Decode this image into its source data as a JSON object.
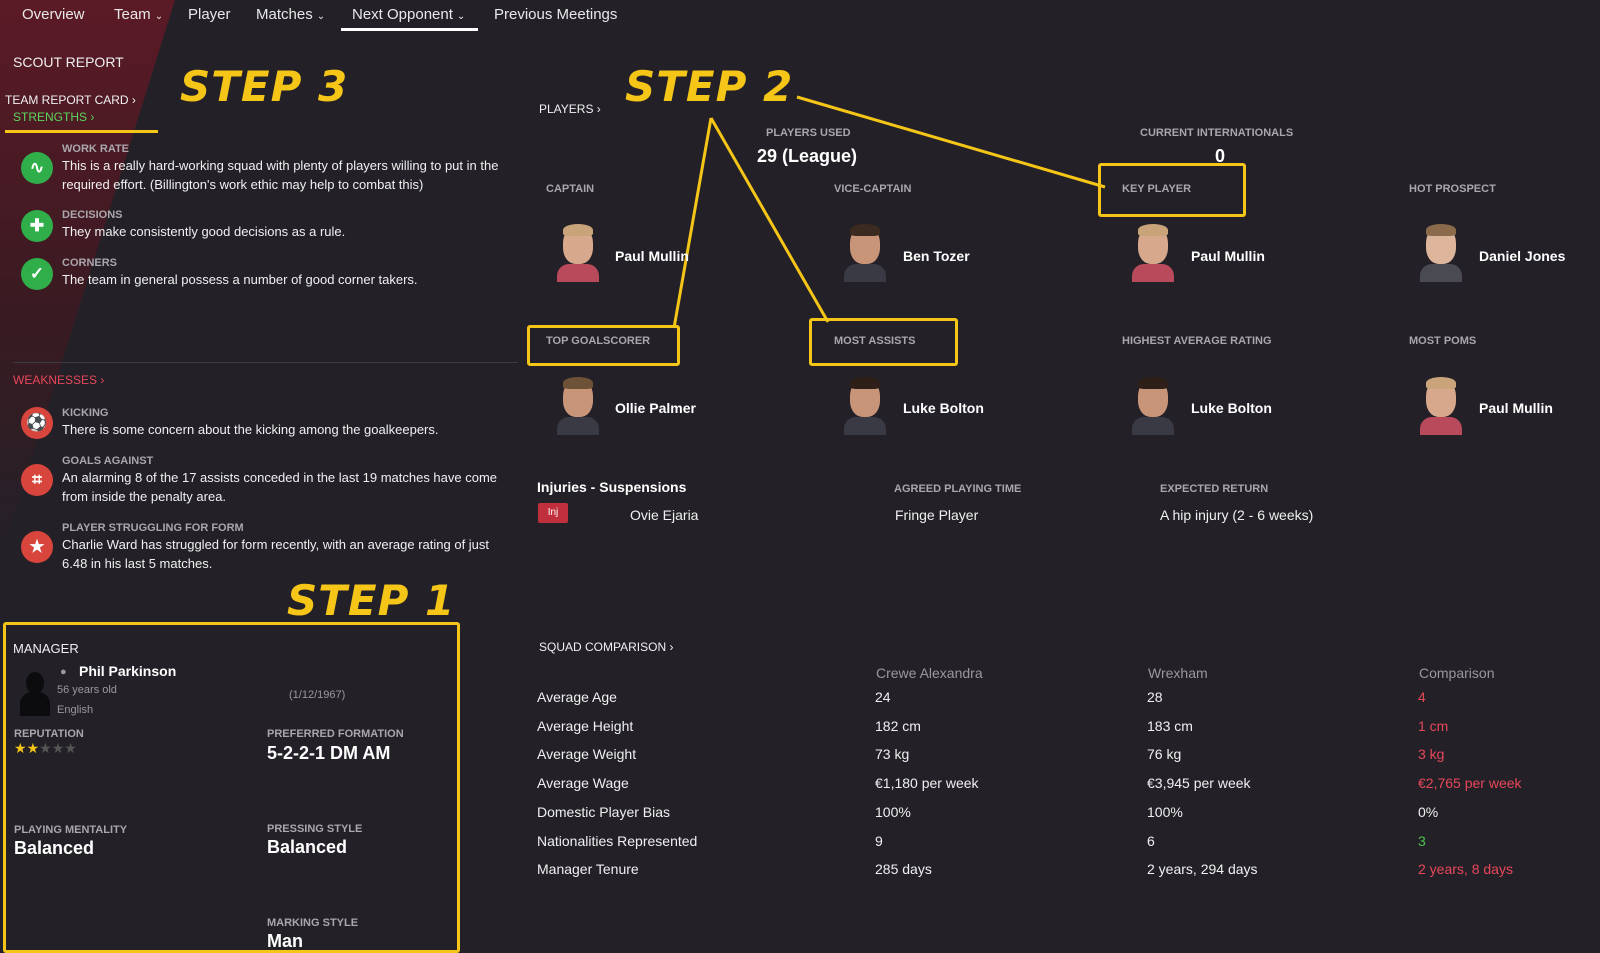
{
  "nav": {
    "items": [
      {
        "label": "Overview",
        "chevron": false
      },
      {
        "label": "Team",
        "chevron": true
      },
      {
        "label": "Player",
        "chevron": false
      },
      {
        "label": "Matches",
        "chevron": true
      },
      {
        "label": "Next Opponent",
        "chevron": true
      },
      {
        "label": "Previous Meetings",
        "chevron": false
      }
    ],
    "active": "Next Opponent"
  },
  "sidebar": {
    "scout_report": "SCOUT REPORT",
    "team_report_card": "TEAM REPORT CARD",
    "strengths_label": "STRENGTHS",
    "strengths": [
      {
        "title": "WORK RATE",
        "text": "This is a really hard-working squad with plenty of players willing to put in the required effort. (Billington's work ethic may help to combat this)",
        "icon": "pulse-icon"
      },
      {
        "title": "DECISIONS",
        "text": "They make consistently good decisions as a rule.",
        "icon": "signpost-icon"
      },
      {
        "title": "CORNERS",
        "text": "The team in general possess a number of good corner takers.",
        "icon": "corner-flag-icon"
      }
    ],
    "weaknesses_label": "WEAKNESSES",
    "weaknesses": [
      {
        "title": "KICKING",
        "text": "There is some concern about the kicking among the goalkeepers.",
        "icon": "boot-icon"
      },
      {
        "title": "GOALS AGAINST",
        "text": "An alarming 8 of the 17 assists conceded in the last 19 matches have come from inside the penalty area.",
        "icon": "goal-icon"
      },
      {
        "title": "PLAYER STRUGGLING FOR FORM",
        "text": "Charlie Ward has struggled for form recently, with an average rating of just 6.48 in his last 5 matches.",
        "icon": "star-down-icon"
      }
    ]
  },
  "manager": {
    "section_label": "MANAGER",
    "name": "Phil Parkinson",
    "age": "56 years old",
    "dob": "(1/12/1967)",
    "nationality": "English",
    "reputation_label": "REPUTATION",
    "reputation_stars": 2,
    "reputation_max": 5,
    "preferred_formation_label": "PREFERRED FORMATION",
    "preferred_formation": "5-2-2-1 DM AM",
    "playing_mentality_label": "PLAYING MENTALITY",
    "playing_mentality": "Balanced",
    "pressing_style_label": "PRESSING STYLE",
    "pressing_style": "Balanced",
    "marking_style_label": "MARKING STYLE",
    "marking_style": "Man"
  },
  "players": {
    "section_label": "PLAYERS",
    "players_used_label": "PLAYERS USED",
    "players_used": "29 (League)",
    "current_internationals_label": "CURRENT INTERNATIONALS",
    "current_internationals": "0",
    "roles": [
      {
        "role": "CAPTAIN",
        "name": "Paul Mullin"
      },
      {
        "role": "VICE-CAPTAIN",
        "name": "Ben Tozer"
      },
      {
        "role": "KEY PLAYER",
        "name": "Paul Mullin"
      },
      {
        "role": "HOT PROSPECT",
        "name": "Daniel Jones"
      },
      {
        "role": "TOP GOALSCORER",
        "name": "Ollie Palmer"
      },
      {
        "role": "MOST ASSISTS",
        "name": "Luke Bolton"
      },
      {
        "role": "HIGHEST AVERAGE RATING",
        "name": "Luke Bolton"
      },
      {
        "role": "MOST POMS",
        "name": "Paul Mullin"
      }
    ]
  },
  "injuries": {
    "title": "Injuries - Suspensions",
    "agreed_playing_time_label": "AGREED PLAYING TIME",
    "expected_return_label": "EXPECTED RETURN",
    "rows": [
      {
        "badge": "Inj",
        "name": "Ovie Ejaria",
        "playing_time": "Fringe Player",
        "expected_return": "A hip injury (2 - 6 weeks)"
      }
    ]
  },
  "squad_comparison": {
    "title": "SQUAD COMPARISON",
    "columns": [
      "Crewe Alexandra",
      "Wrexham",
      "Comparison"
    ],
    "rows": [
      {
        "label": "Average Age",
        "a": "24",
        "b": "28",
        "c": "4",
        "c_color": "#e8475a"
      },
      {
        "label": "Average Height",
        "a": "182 cm",
        "b": "183 cm",
        "c": "1 cm",
        "c_color": "#e8475a"
      },
      {
        "label": "Average Weight",
        "a": "73 kg",
        "b": "76 kg",
        "c": "3 kg",
        "c_color": "#e8475a"
      },
      {
        "label": "Average Wage",
        "a": "€1,180 per week",
        "b": "€3,945 per week",
        "c": "€2,765 per week",
        "c_color": "#e8475a"
      },
      {
        "label": "Domestic Player Bias",
        "a": "100%",
        "b": "100%",
        "c": "0%",
        "c_color": "#f0f0f0"
      },
      {
        "label": "Nationalities Represented",
        "a": "9",
        "b": "6",
        "c": "3",
        "c_color": "#4cc24c"
      },
      {
        "label": "Manager Tenure",
        "a": "285 days",
        "b": "2 years, 294 days",
        "c": "2 years, 8 days",
        "c_color": "#e8475a"
      }
    ]
  },
  "annotations": {
    "step1": "STEP 1",
    "step2": "STEP 2",
    "step3": "STEP 3",
    "highlight_color": "#f5c518"
  }
}
